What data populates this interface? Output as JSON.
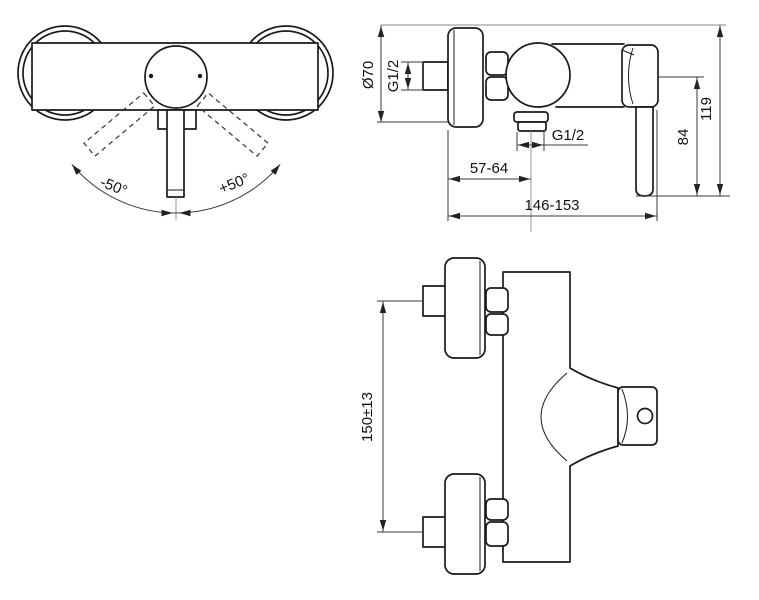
{
  "colors": {
    "line": "#1a1a1a",
    "dimension": "#3a3a3a",
    "background": "#ffffff"
  },
  "views": {
    "front_view": {
      "labels": {
        "swing_left": "-50°",
        "swing_right": "+50°"
      }
    },
    "side_view": {
      "labels": {
        "rosette_diameter": "Ø70",
        "inlet_thread": "G1/2",
        "outlet_thread": "G1/2",
        "wall_to_outlet_center": "57-64",
        "wall_to_front": "146-153",
        "lever_height": "84",
        "overall_height": "119"
      }
    },
    "plan_view": {
      "labels": {
        "inlet_centers_distance": "150±13"
      }
    }
  }
}
